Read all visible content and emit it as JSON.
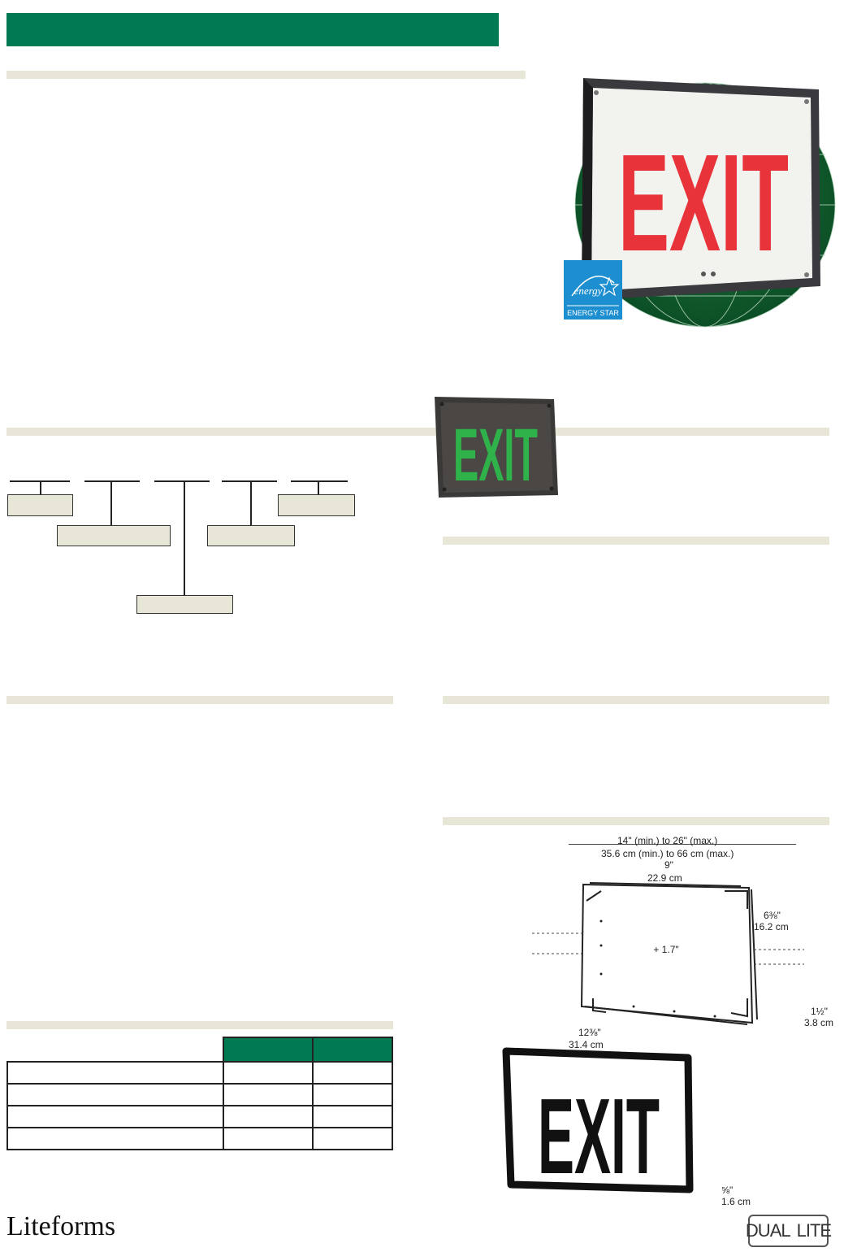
{
  "dimensions": {
    "width_range_in": "14\" (min.) to 26\" (max.)",
    "width_range_cm": "35.6 cm (min.) to 66 cm (max.)",
    "back_width_in": "9\"",
    "back_width_cm": "22.9 cm",
    "back_height_in": "6⅜\"",
    "back_height_cm": "16.2 cm",
    "depth_in": "1½\"",
    "depth_cm": "3.8 cm",
    "front_width_in": "12⅜\"",
    "front_width_cm": "31.4 cm",
    "frame_in": "⅝\"",
    "frame_cm": "1.6 cm",
    "center_mark": "+ 1.7\""
  },
  "signs": {
    "main_sign_text": "EXIT",
    "small_sign_text": "EXIT",
    "drawing_sign_text": "EXIT"
  },
  "badges": {
    "energy_star_label": "ENERGY STAR",
    "energy_star_script": "energy"
  },
  "logos": {
    "liteforms": "Liteforms",
    "dual": "DUAL",
    "lite": "LITE"
  },
  "colors": {
    "brand_green": "#007a53",
    "section_rule": "#e8e6d6",
    "exit_red": "#e8333b",
    "exit_green": "#2fb24a"
  }
}
